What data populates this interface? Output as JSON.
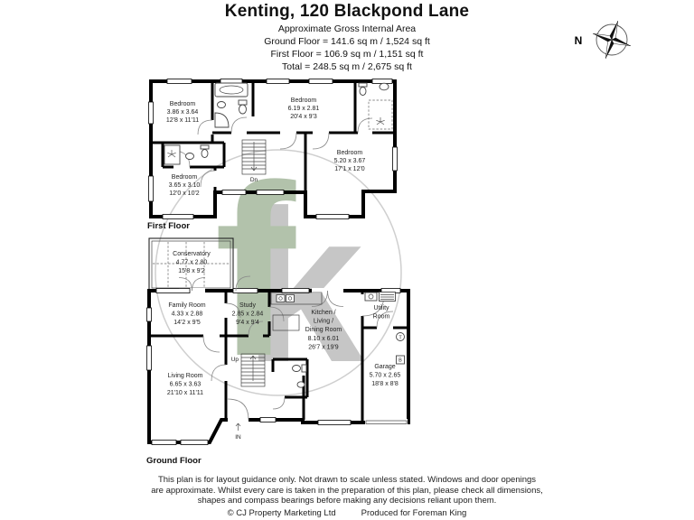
{
  "header": {
    "title": "Kenting, 120 Blackpond Lane",
    "subtitle": "Approximate Gross Internal Area",
    "area_lines": [
      "Ground Floor = 141.6 sq m / 1,524 sq ft",
      "First Floor = 106.9 sq m / 1,151 sq ft",
      "Total = 248.5 sq m / 2,675 sq ft"
    ]
  },
  "compass": {
    "north_label": "N"
  },
  "watermark": {
    "letter_f": "f",
    "letter_k": "k",
    "color_f": "#b2c2ab",
    "color_k": "#c6c6c6",
    "circle_color": "#cfcfcf"
  },
  "first_floor": {
    "label": "First Floor",
    "stairs_label": "Dn",
    "rooms": [
      {
        "name": "Bedroom",
        "metric": "3.86 x 3.64",
        "imperial": "12'8 x 11'11"
      },
      {
        "name": "Bedroom",
        "metric": "6.19 x 2.81",
        "imperial": "20'4 x 9'3"
      },
      {
        "name": "Bedroom",
        "metric": "5.20 x 3.67",
        "imperial": "17'1 x 12'0"
      },
      {
        "name": "Bedroom",
        "metric": "3.65 x 3.10",
        "imperial": "12'0 x 10'2"
      }
    ]
  },
  "ground_floor": {
    "label": "Ground Floor",
    "stairs_label": "Up",
    "entrance_label": "IN",
    "garage_tank_label": "T",
    "garage_boiler_label": "B",
    "rooms": [
      {
        "name": "Conservatory",
        "metric": "4.77 x 2.80",
        "imperial": "15'8 x 9'2"
      },
      {
        "name": "Family Room",
        "metric": "4.33 x 2.88",
        "imperial": "14'2 x 9'5"
      },
      {
        "name": "Study",
        "metric": "2.85 x 2.84",
        "imperial": "9'4 x 9'4"
      },
      {
        "name": "Kitchen /",
        "name2": "Living /",
        "name3": "Dining Room",
        "metric": "8.10 x 6.01",
        "imperial": "26'7 x 19'9"
      },
      {
        "name": "Utility",
        "name2": "Room"
      },
      {
        "name": "Garage",
        "metric": "5.70 x 2.65",
        "imperial": "18'8 x 8'8"
      },
      {
        "name": "Living Room",
        "metric": "6.65 x 3.63",
        "imperial": "21'10 x 11'11"
      }
    ]
  },
  "footer": {
    "disclaimer_lines": [
      "This plan is for layout guidance only. Not drawn to scale unless stated. Windows and door openings",
      "are approximate. Whilst every care is taken in the preparation of this plan, please check all dimensions,",
      "shapes and compass bearings before making any decisions reliant upon them."
    ],
    "copyright": "© CJ Property Marketing Ltd",
    "produced_for": "Produced for Foreman King"
  }
}
